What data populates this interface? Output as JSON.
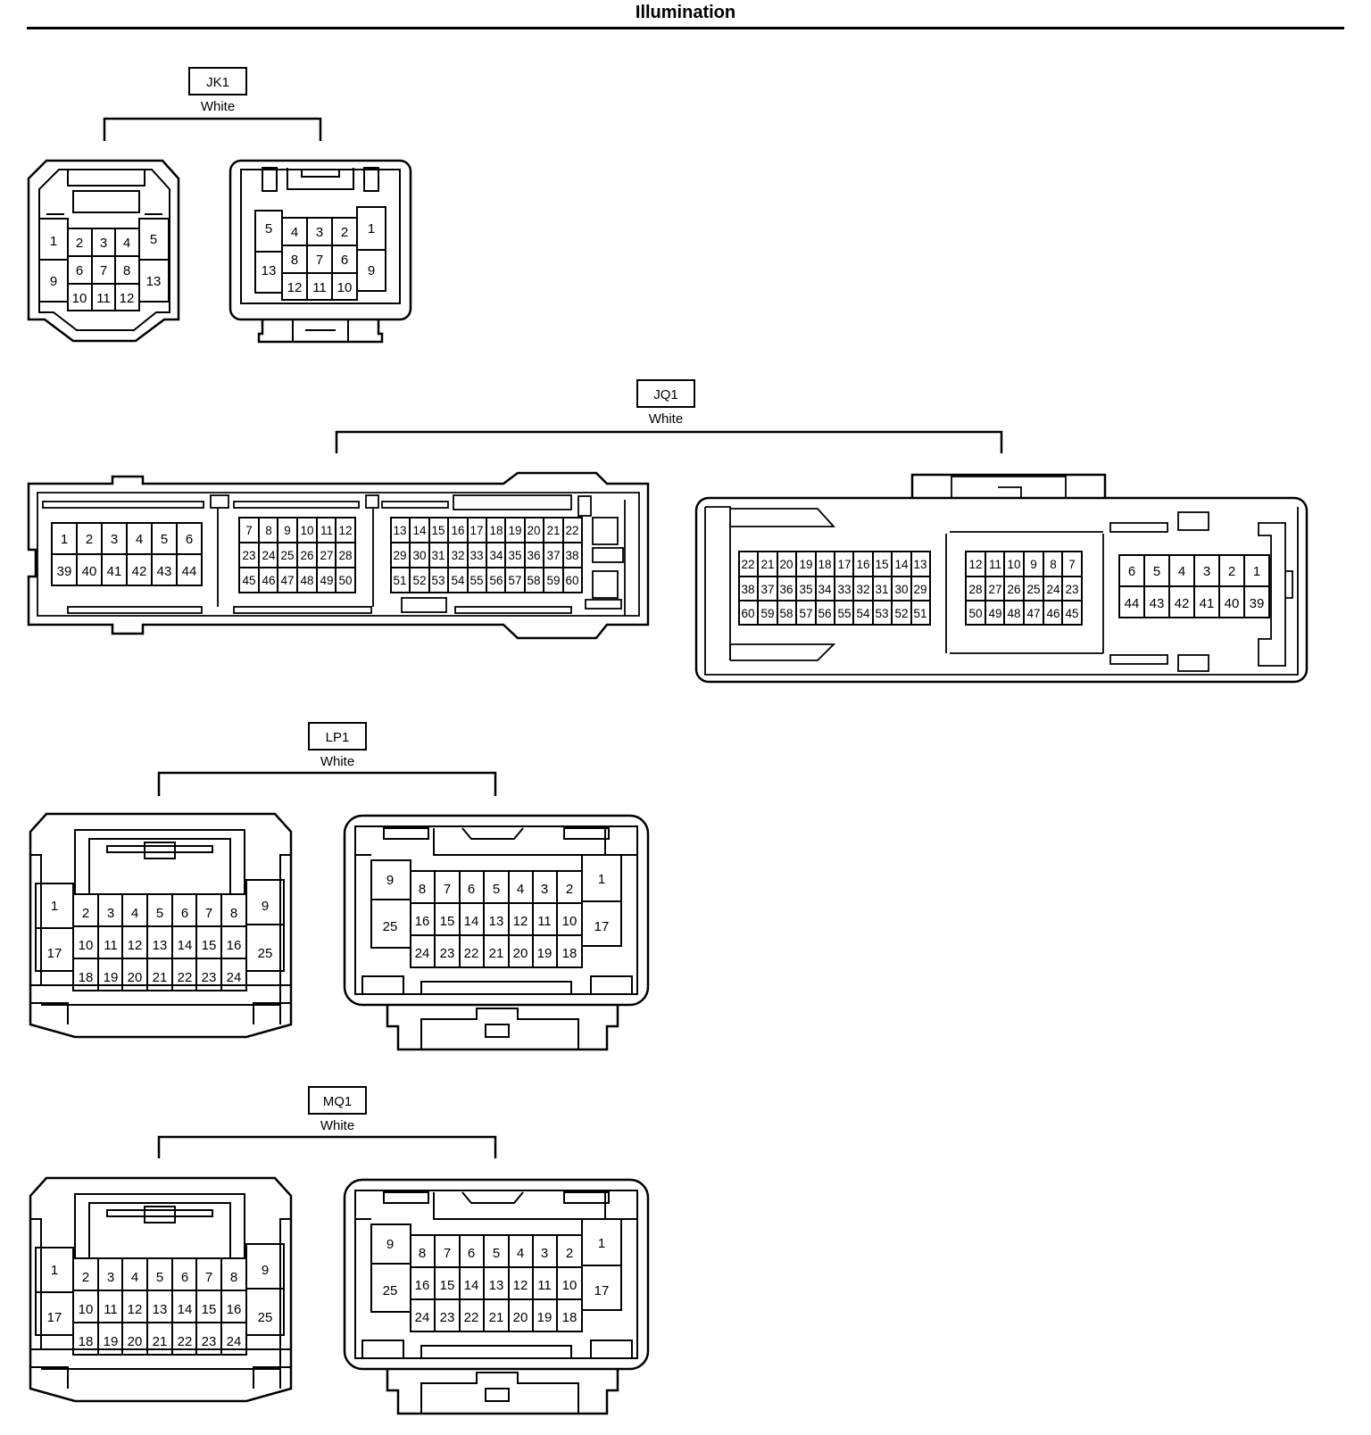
{
  "title": "Illumination",
  "connectors": {
    "JK1": {
      "code": "JK1",
      "color": "White"
    },
    "JQ1": {
      "code": "JQ1",
      "color": "White"
    },
    "LP1": {
      "code": "LP1",
      "color": "White"
    },
    "MQ1": {
      "code": "MQ1",
      "color": "White"
    }
  }
}
